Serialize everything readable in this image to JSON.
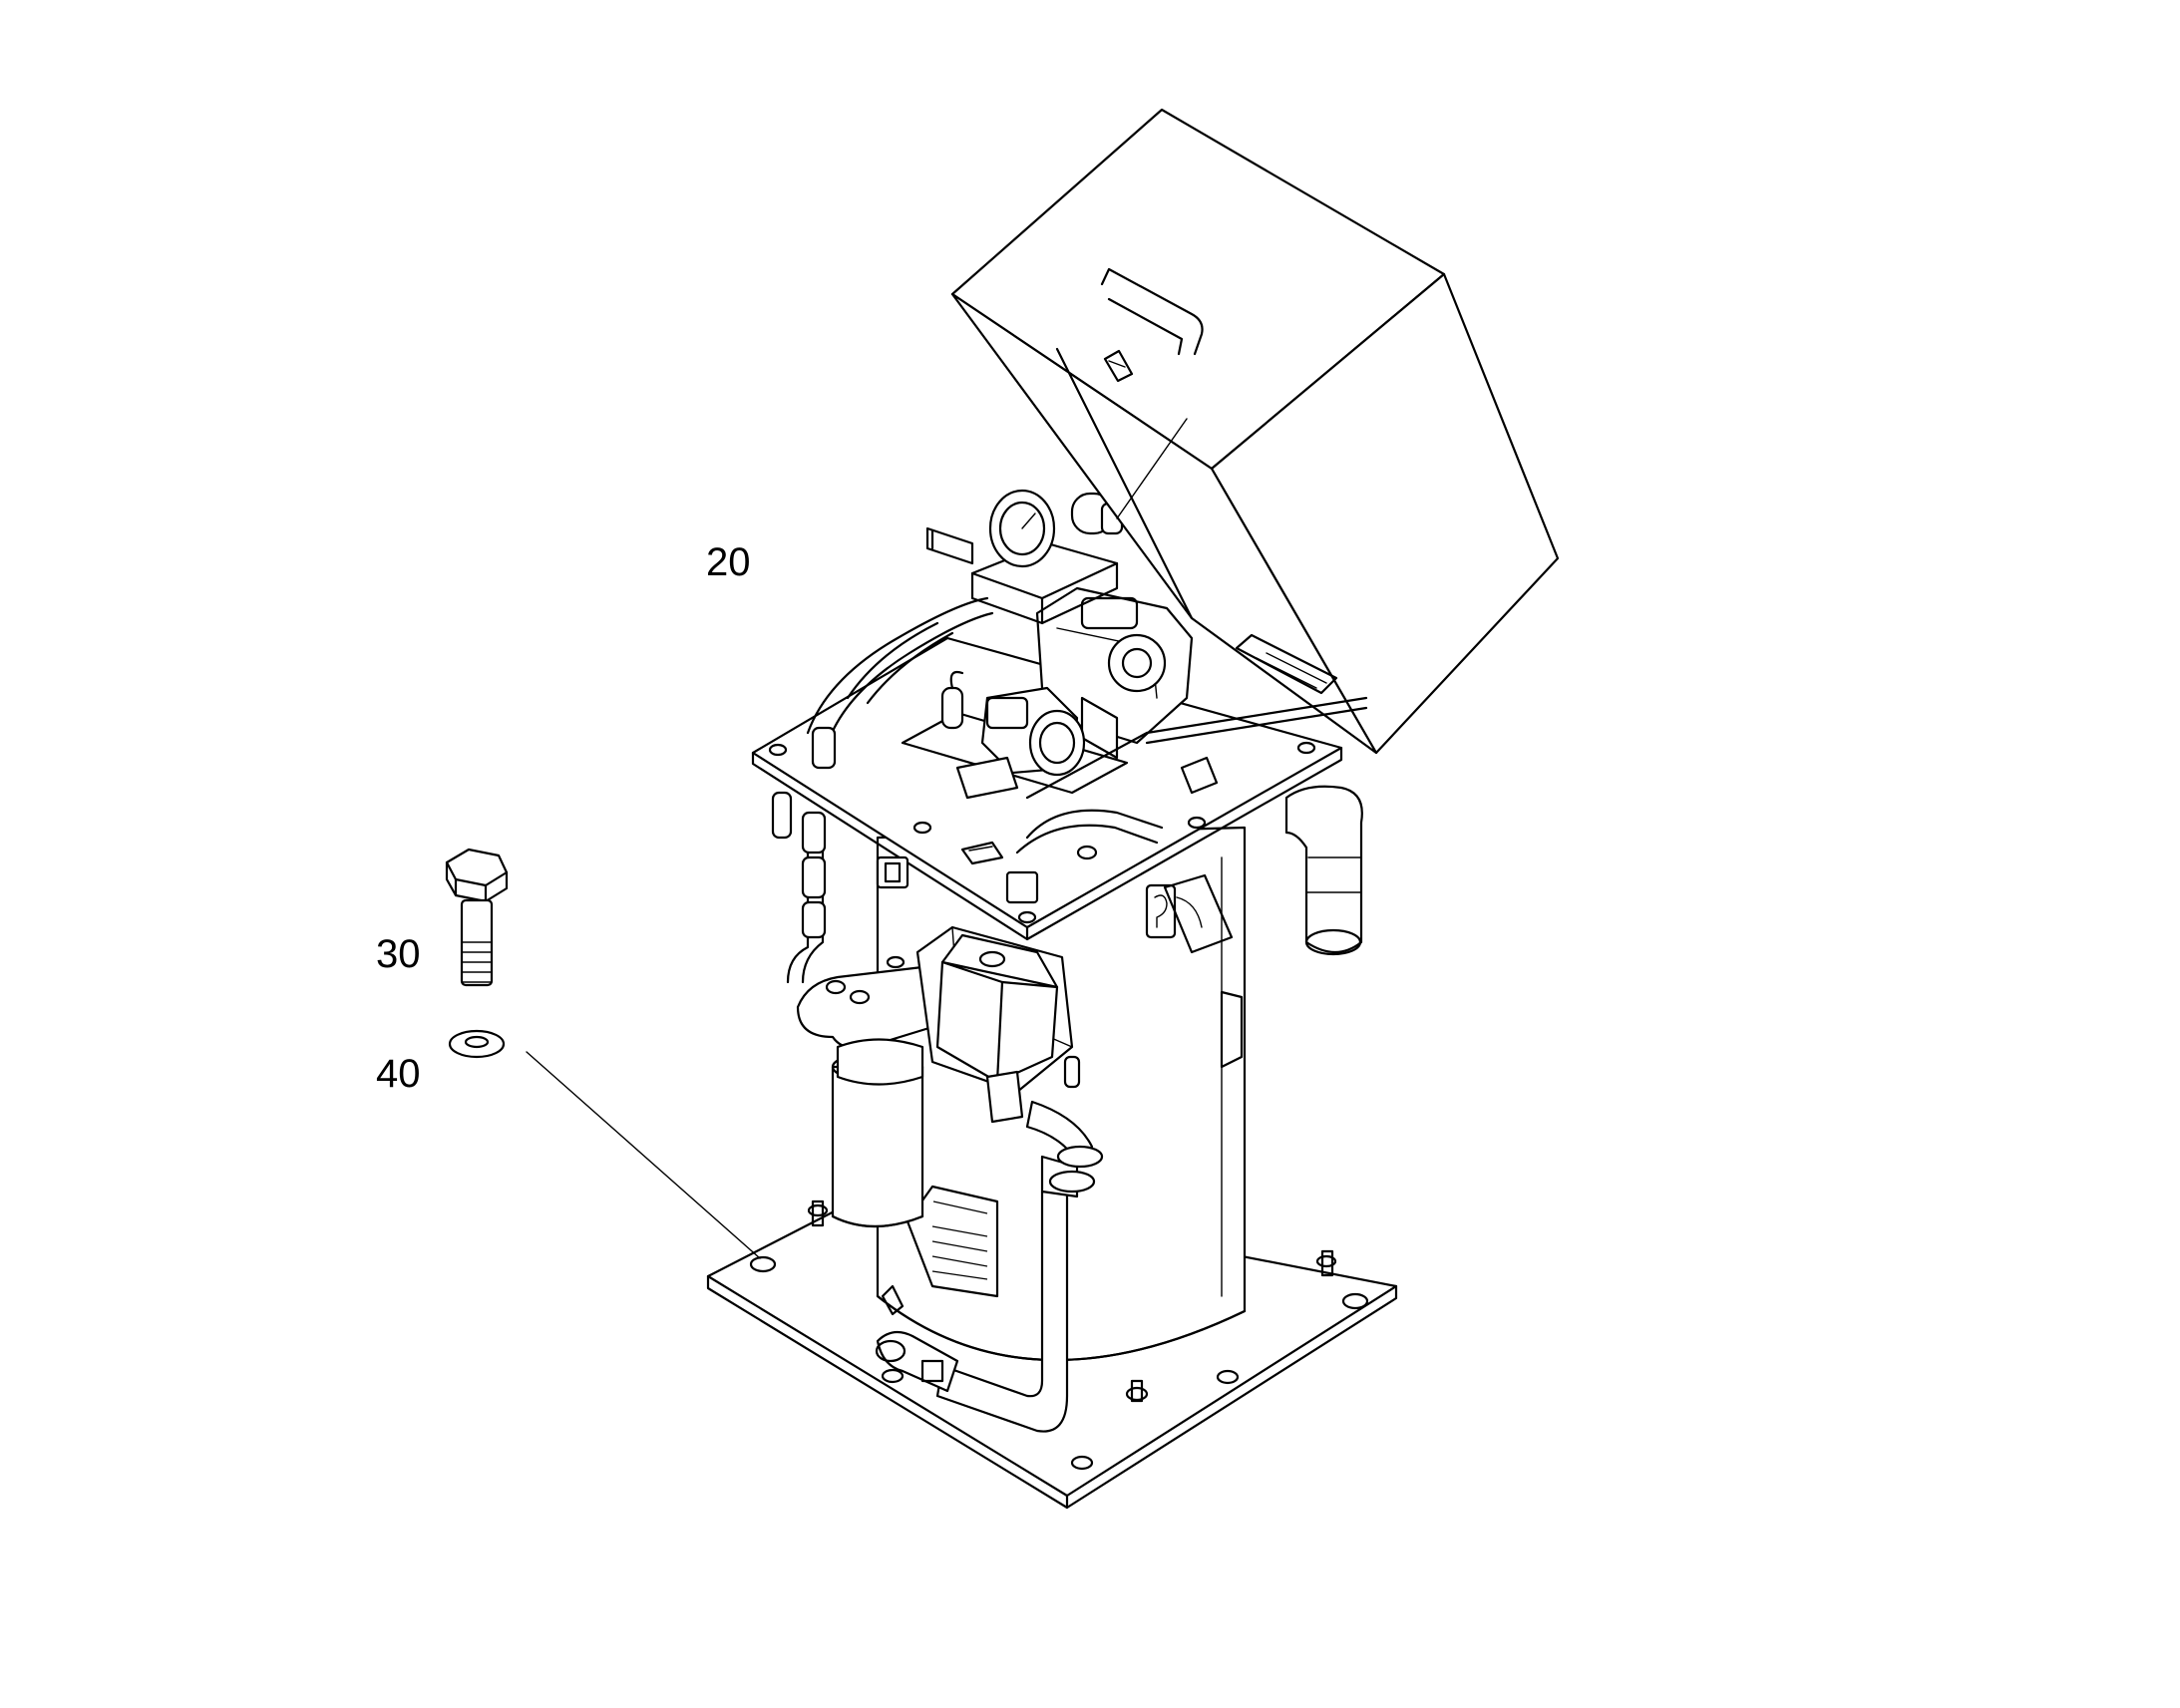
{
  "figure": {
    "callouts": {
      "item_20": "20",
      "item_30": "30",
      "item_40": "40"
    },
    "parts": {
      "assembly_icon": "hydraulic-power-unit-icon",
      "bolt_icon": "hex-bolt-icon",
      "washer_icon": "flat-washer-icon"
    }
  }
}
